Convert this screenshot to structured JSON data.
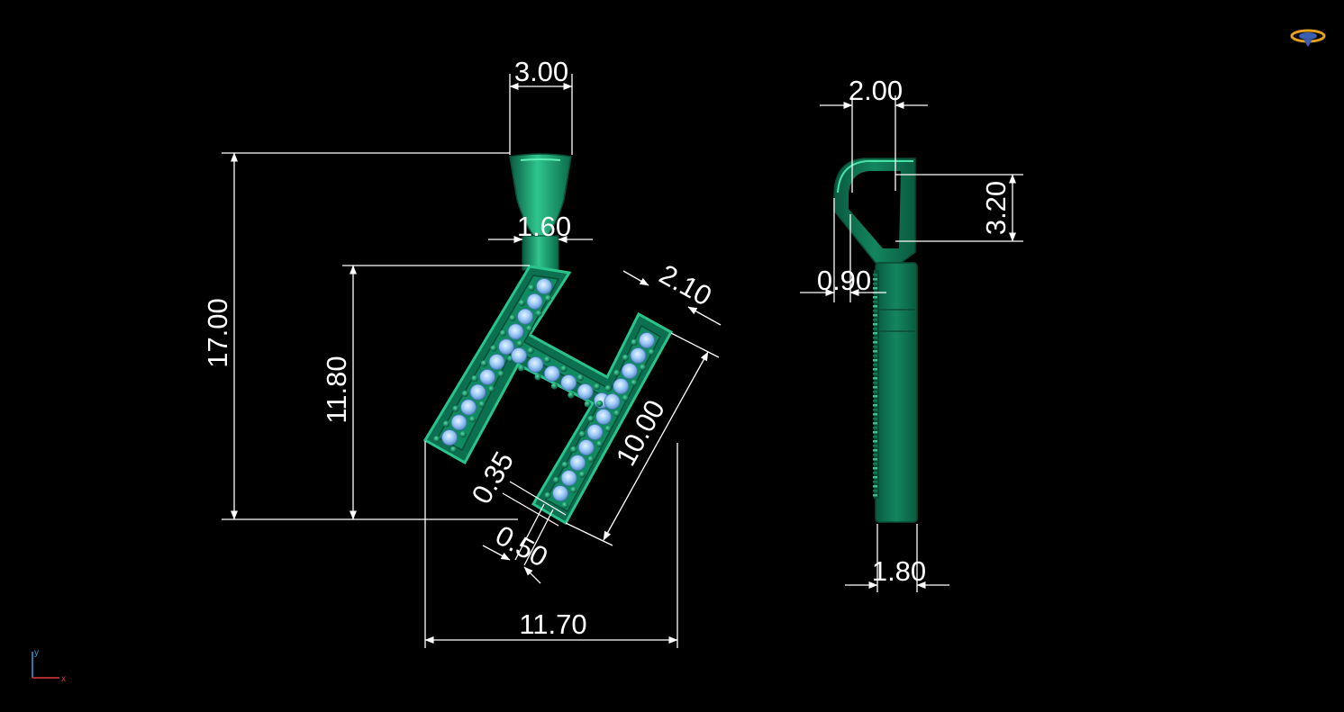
{
  "view": {
    "background": "#000000",
    "metal_color": "#0d7a57",
    "metal_highlight": "#3fd6a0",
    "stone_color": "#8fc4f5",
    "dimension_color": "#ffffff",
    "widget_icon": "view-cube-icon"
  },
  "front_view": {
    "dims": {
      "bail_width": "3.00",
      "bail_neck": "1.60",
      "overall_height": "17.00",
      "letter_height": "11.80",
      "stroke_width": "2.10",
      "leg_length": "10.00",
      "setting_rim": "0.35",
      "setting_gap": "0.50",
      "overall_width": "11.70"
    }
  },
  "side_view": {
    "dims": {
      "bail_depth": "2.00",
      "bail_opening": "3.20",
      "bail_wire": "0.90",
      "body_thickness": "1.80"
    }
  },
  "axis_indicator": {
    "x_label": "x",
    "y_label": "y",
    "x_color": "#e03a3a",
    "y_color": "#3aa0e0"
  }
}
